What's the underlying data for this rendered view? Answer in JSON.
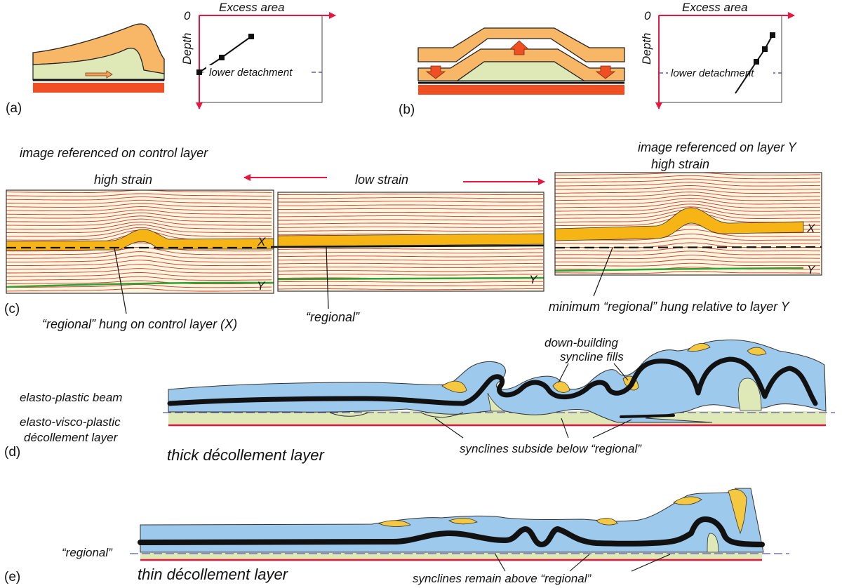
{
  "panels": {
    "a": {
      "label": "(a)",
      "graph": {
        "x_axis": "Excess area",
        "y_axis": "Depth",
        "origin": "0",
        "note": "lower detachment"
      }
    },
    "b": {
      "label": "(b)",
      "graph": {
        "x_axis": "Excess area",
        "y_axis": "Depth",
        "origin": "0",
        "note": "lower detachment"
      }
    },
    "c": {
      "label": "(c)",
      "title_left": "image referenced on control layer",
      "title_right": "image referenced on layer Y",
      "strain_left": "high strain",
      "strain_mid": "low strain",
      "strain_right": "high strain",
      "layer_x": "X",
      "layer_y": "Y",
      "caption_left": "“regional” hung on control layer (X)",
      "caption_mid": "“regional”",
      "caption_right": "minimum “regional” hung relative to layer Y"
    },
    "d": {
      "label": "(d)",
      "beam": "elasto-plastic beam",
      "decollement_1": "elasto-visco-plastic",
      "decollement_2": "décollement layer",
      "title": "thick décollement layer",
      "fills_1": "down-building",
      "fills_2": "syncline fills",
      "note": "synclines subside below “regional”"
    },
    "e": {
      "label": "(e)",
      "regional": "“regional”",
      "title": "thin décollement layer",
      "note": "synclines remain above “regional”"
    }
  },
  "colors": {
    "orange": "#f7b766",
    "pale_green": "#dfe9b8",
    "basement": "#f04e23",
    "red_arrow": "#e8163e",
    "blue_beam": "#9dc9ec",
    "yellow_fill": "#f5c842",
    "strata_red": "#d33a2c",
    "strata_bg": "#fff6df",
    "marker_green": "#2fa335",
    "dash_purple": "#5a5aa8"
  }
}
